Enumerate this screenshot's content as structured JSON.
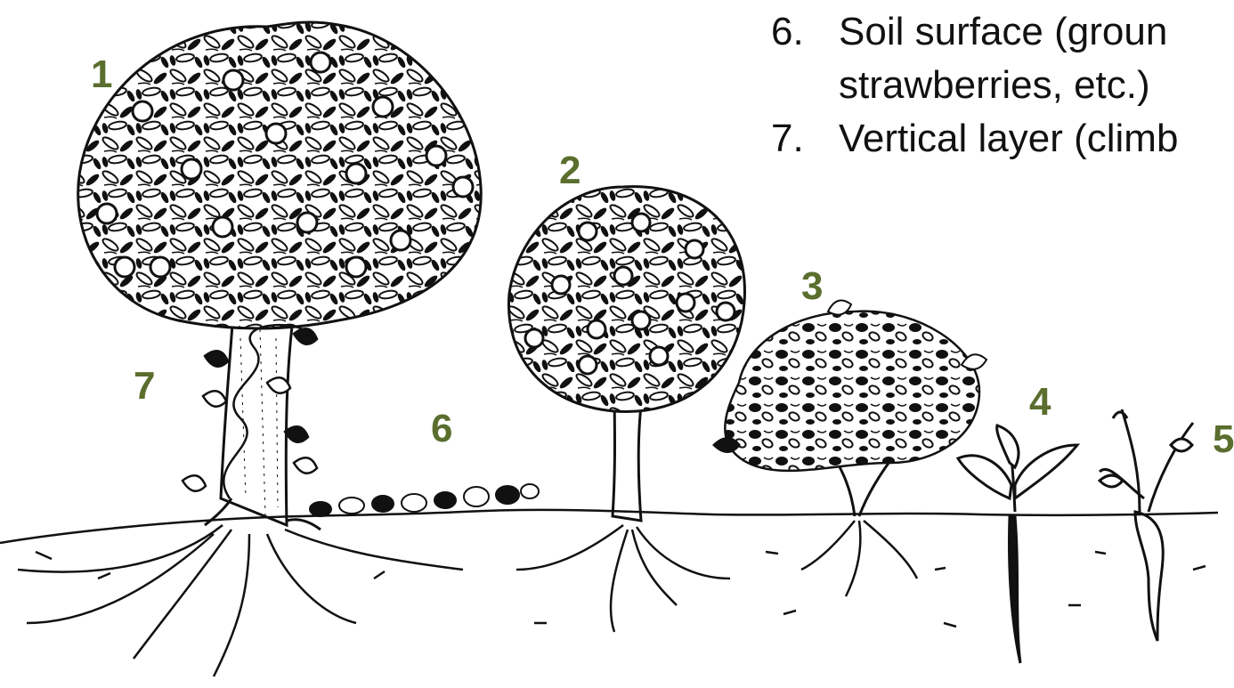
{
  "colors": {
    "label": "#5a6e2e",
    "ink": "#111111",
    "background": "#ffffff"
  },
  "layer_labels": [
    "1",
    "2",
    "3",
    "4",
    "5",
    "6",
    "7"
  ],
  "legend": [
    {
      "number": "6.",
      "lines": [
        "Soil surface (groun",
        "strawberries, etc.)"
      ]
    },
    {
      "number": "7.",
      "lines": [
        "Vertical layer (climb"
      ]
    }
  ]
}
